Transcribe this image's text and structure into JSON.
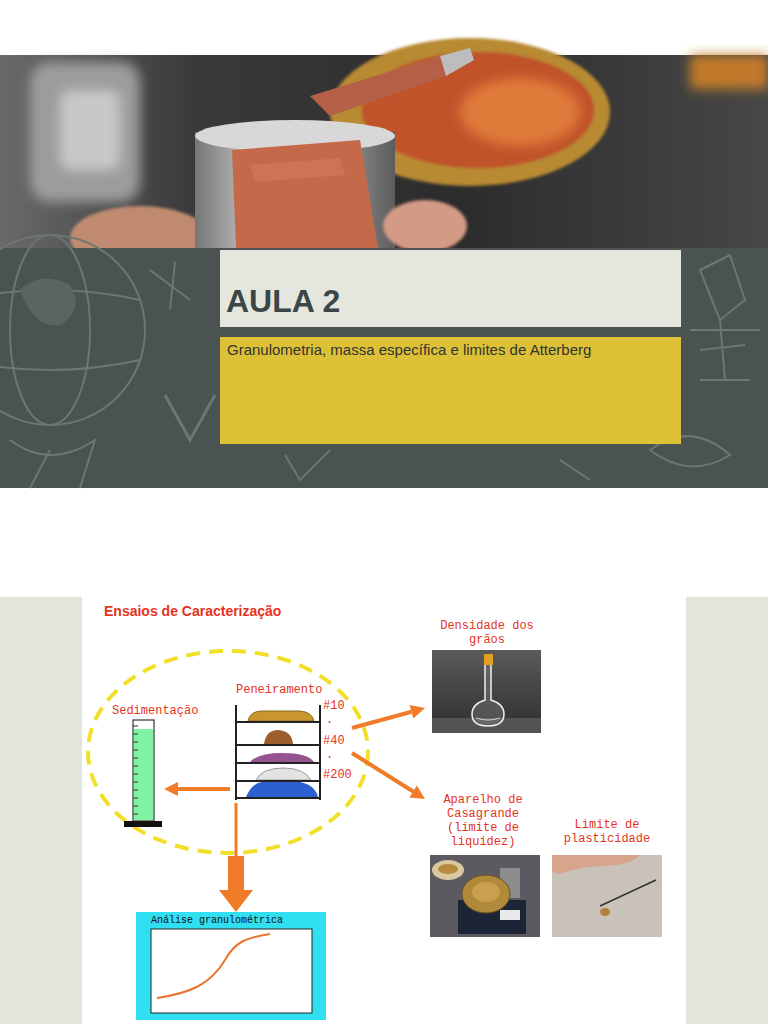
{
  "diagram": {
    "title": "Ensaios de Caracterização",
    "nodes": [
      {
        "text": [
          "AULA 2"
        ]
      },
      {
        "text": [
          "Granulometria, massa específica e limites de Atterberg"
        ]
      },
      {
        "text": [
          "Densidade dos grãos"
        ]
      },
      {
        "text": [
          "Peneiramento"
        ]
      },
      {
        "text": [
          "Sedimentação"
        ]
      },
      {
        "text": [
          "Aparelho de Casagrande (limite de liquidez)"
        ]
      },
      {
        "text": [
          "Limite de plasticidade"
        ]
      },
      {
        "text": [
          "Análise granulométrica"
        ]
      }
    ],
    "edges": [
      {
        "from": 3,
        "to": 4,
        "arrow": "to"
      },
      {
        "from": 3,
        "to": 2,
        "arrow": "to"
      },
      {
        "from": 3,
        "to": 5,
        "arrow": "to"
      },
      {
        "from": 3,
        "to": 7,
        "arrow": "to"
      }
    ],
    "labels": [
      "#10",
      ".",
      "#40",
      ".",
      "#200"
    ]
  }
}
